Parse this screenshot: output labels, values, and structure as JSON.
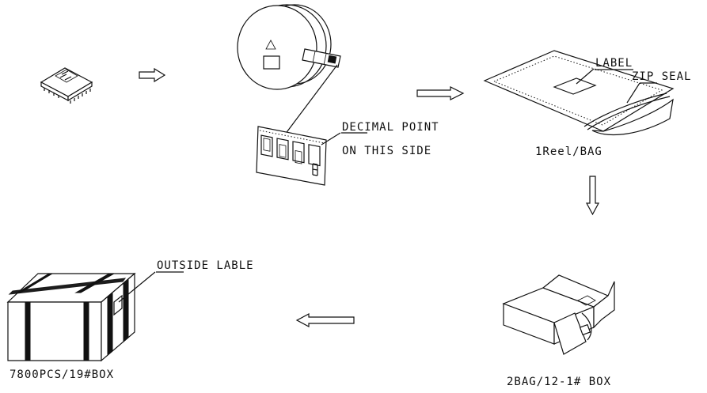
{
  "labels": {
    "label": "LABEL",
    "zip_seal": "ZIP SEAL",
    "decimal_point_line1": "DECIMAL POINT",
    "decimal_point_line2": "ON THIS SIDE",
    "reel_per_bag": "1Reel/BAG",
    "outside_lable": "OUTSIDE LABLE",
    "box_small": "2BAG/12-1# BOX",
    "box_large": "7800PCS/19#BOX"
  },
  "icons": [
    "led-display-component-icon",
    "tape-reel-icon",
    "carrier-tape-icon",
    "anti-static-bag-icon",
    "inner-box-icon",
    "outer-carton-icon",
    "arrow-right-icon",
    "arrow-down-icon",
    "arrow-left-icon"
  ]
}
